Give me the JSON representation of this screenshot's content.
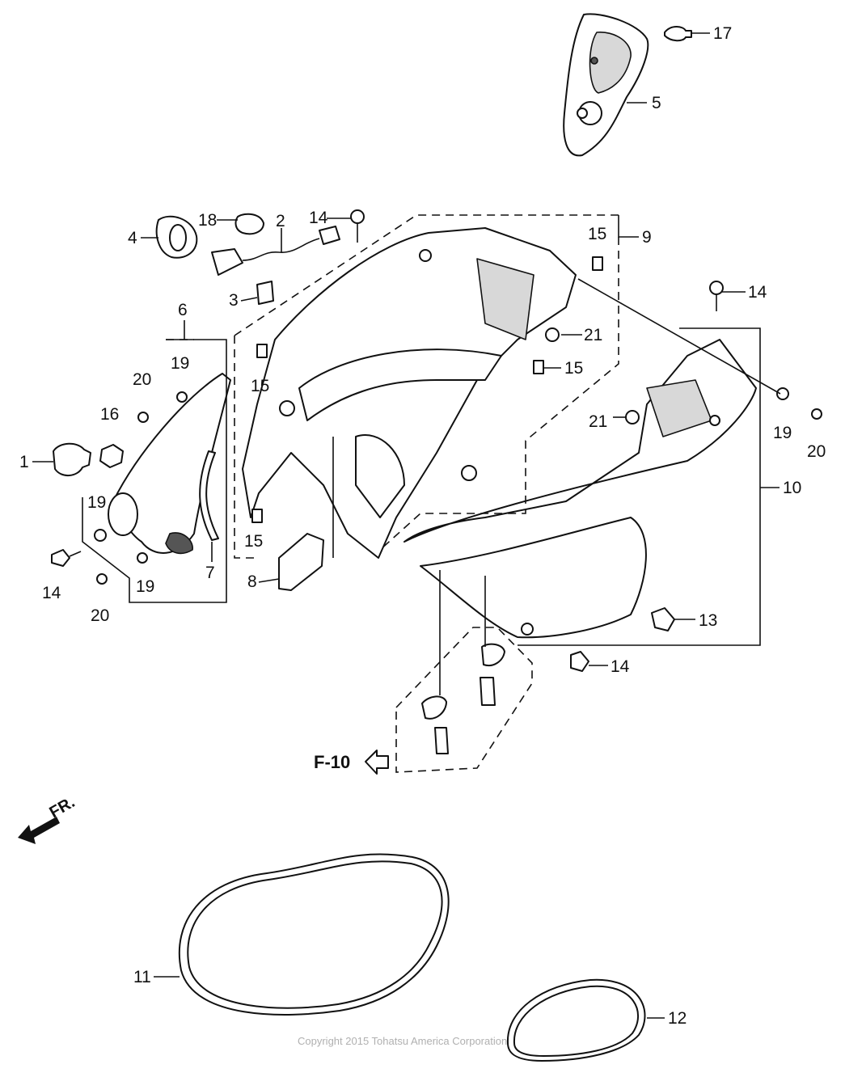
{
  "callouts": {
    "c1": "1",
    "c2": "2",
    "c3": "3",
    "c4": "4",
    "c5": "5",
    "c6": "6",
    "c7": "7",
    "c8": "8",
    "c9": "9",
    "c10": "10",
    "c11": "11",
    "c12": "12",
    "c13": "13",
    "c14": "14",
    "c15": "15",
    "c16": "16",
    "c17": "17",
    "c18": "18",
    "c19": "19",
    "c20": "20",
    "c21": "21"
  },
  "reference": {
    "label": "F-10"
  },
  "direction": {
    "label": "FR."
  },
  "footer": {
    "copyright": "Copyright 2015 Tohatsu America Corporation"
  },
  "colors": {
    "line": "#111111",
    "copyright": "#b0b0b0"
  }
}
